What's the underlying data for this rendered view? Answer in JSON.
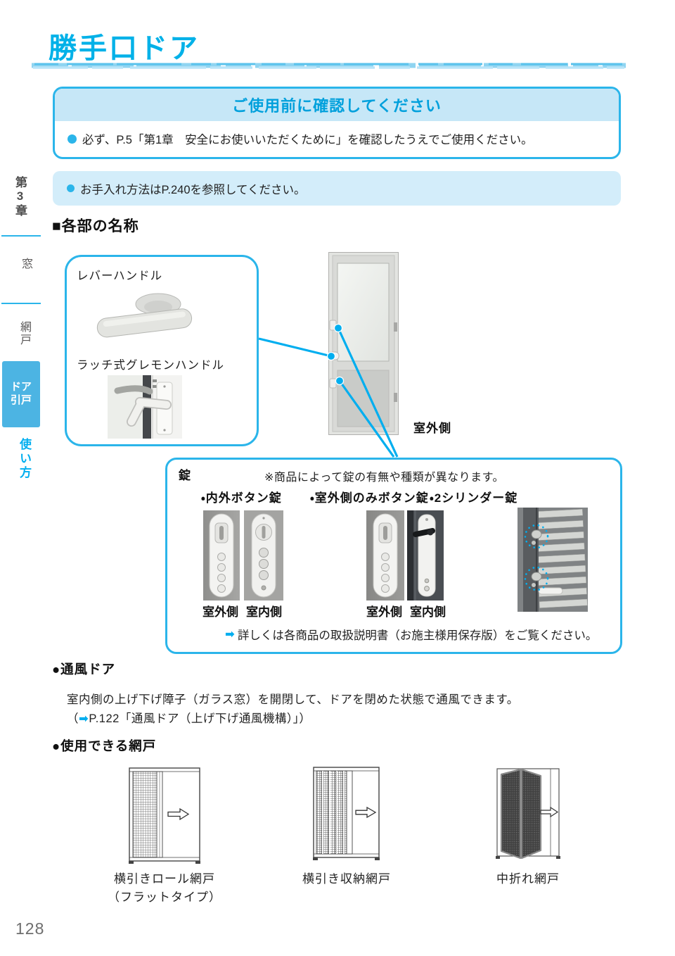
{
  "page": {
    "title": "勝手口ドア",
    "page_number": "128"
  },
  "sidebar": {
    "chapter": "第3章",
    "tab_window": "窓",
    "tab_screen": "網戸",
    "tab_door_line1": "ドア",
    "tab_door_line2": "引戸",
    "tab_usage": "使い方"
  },
  "notice_box": {
    "title": "ご使用前に確認してください",
    "body": "必ず、P.5「第1章　安全にお使いいただくために」を確認したうえでご使用ください。"
  },
  "care_note": "お手入れ方法はP.240を参照してください。",
  "parts_section": {
    "heading": "■各部の名称",
    "lever_handle_label": "レバーハンドル",
    "latch_handle_label": "ラッチ式グレモンハンドル",
    "outdoor_label": "室外側"
  },
  "lock_box": {
    "title": "錠",
    "note": "※商品によって錠の有無や種類が異なります。",
    "types": [
      "・内外ボタン錠",
      "・室外側のみボタン錠",
      "・2シリンダー錠"
    ],
    "side_labels": {
      "outdoor": "室外側",
      "indoor": "室内側"
    },
    "footer_arrow": "➡",
    "footer": "詳しくは各商品の取扱説明書（お施主様用保存版）をご覧ください。"
  },
  "ventilation_section": {
    "heading": "●通風ドア",
    "body": "室内側の上げ下げ障子（ガラス窓）を開閉して、ドアを閉めた状態で通風できます。",
    "ref_prefix": "（",
    "ref_arrow": "➡",
    "ref_text": "P.122「通風ドア（上げ下げ通風機構）」）"
  },
  "screens_section": {
    "heading": "●使用できる網戸",
    "items": [
      {
        "label": "横引きロール網戸",
        "label2": "（フラットタイプ）"
      },
      {
        "label": "横引き収納網戸"
      },
      {
        "label": "中折れ網戸"
      }
    ]
  },
  "colors": {
    "accent": "#00aeef",
    "box_border": "#2bb5ea",
    "notice_header_bg": "#c6e7f7",
    "care_band_bg": "#d3edfa",
    "sidebar_tab_bg": "#4cb4e3"
  }
}
